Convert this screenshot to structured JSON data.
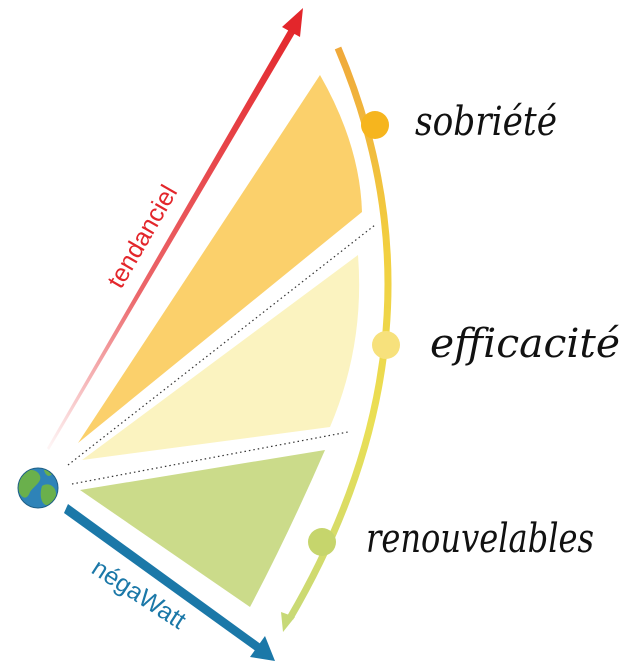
{
  "axes": {
    "tendanciel": {
      "label": "tendanciel",
      "color": "#e3262b"
    },
    "negawatt": {
      "label": "négaWatt",
      "color": "#1b78a8"
    }
  },
  "stages": [
    {
      "label": "sobriété",
      "wedge_color": "#fbd06b",
      "dot_color": "#f6b51e"
    },
    {
      "label": "efficacité",
      "wedge_color": "#fbf3c0",
      "dot_color": "#f7e17c"
    },
    {
      "label": "renouvelables",
      "wedge_color": "#cbdb8a",
      "dot_color": "#c6d56c"
    }
  ],
  "arc_gradient": [
    "#f0a83a",
    "#f2cf3f",
    "#eadf55",
    "#c7d977"
  ],
  "icon": {
    "name": "globe-icon",
    "ocean_color": "#2e83b8",
    "land_color": "#6ab04c"
  }
}
